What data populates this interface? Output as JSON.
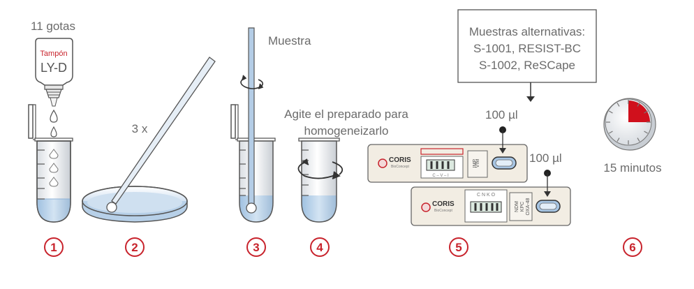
{
  "step1": {
    "drops": "11 gotas",
    "bottle_label_top": "Tampón",
    "bottle_label_bottom": "LY-D",
    "number": "1"
  },
  "step2": {
    "times": "3 x",
    "number": "2"
  },
  "step3": {
    "label": "Muestra",
    "number": "3"
  },
  "step4": {
    "line1": "Agite el preparado para",
    "line2": "homogeneizarlo",
    "number": "4"
  },
  "step5": {
    "box_line1": "Muestras alternativas:",
    "box_line2": "S-1001, RESIST-BC",
    "box_line3": "S-1002, ReSCape",
    "volume_top": "100 µl",
    "volume_bottom": "100 µl",
    "number": "5",
    "cassette_top": {
      "brand": "CORIS",
      "sub": "BioConcept",
      "markers": "C – V – I",
      "target_1": "IMP",
      "target_2": "VIM"
    },
    "cassette_bottom": {
      "brand": "CORIS",
      "sub": "BioConcept",
      "markers": "C N K O",
      "target_1": "NDM",
      "target_2": "KPC",
      "target_3": "OXA-48"
    }
  },
  "step6": {
    "time": "15 minutos",
    "number": "6",
    "timer_fill_fraction": 0.25
  },
  "colors": {
    "accent_red": "#c8232c",
    "liquid_blue": "#b9d3ea",
    "line_gray": "#6b6b6b",
    "cassette_bg": "#f2ede3",
    "window_blue": "#a7c5e3"
  }
}
